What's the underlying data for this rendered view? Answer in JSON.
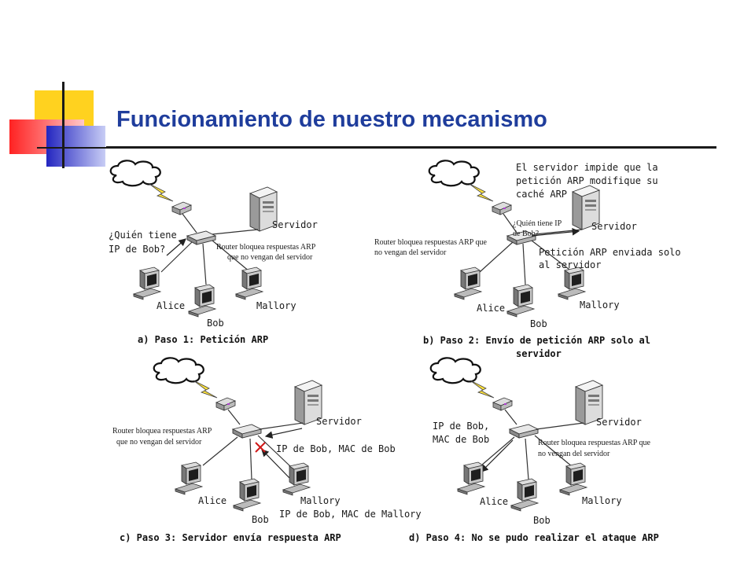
{
  "slide": {
    "title": "Funcionamiento de nuestro mecanismo",
    "colors": {
      "title": "#1f3d9c",
      "deco_yellow": "#ffd21f",
      "deco_red": "#ff2a2a",
      "deco_blue": "#2d2fc4"
    }
  },
  "panels": [
    {
      "caption": "a) Paso 1: Petición ARP",
      "nodes": {
        "server": "Servidor",
        "alice": "Alice",
        "bob": "Bob",
        "mallory": "Mallory"
      },
      "annotations": {
        "question_1": "¿Quién tiene",
        "question_2": "IP de Bob?",
        "router_1": "Router bloquea respuestas ARP",
        "router_2": "que no vengan del servidor"
      }
    },
    {
      "caption_1": "b) Paso 2: Envío de petición ARP solo al",
      "caption_2": "servidor",
      "nodes": {
        "server": "Servidor",
        "alice": "Alice",
        "bob": "Bob",
        "mallory": "Mallory"
      },
      "annotations": {
        "server_note_1": "El servidor impide que la",
        "server_note_2": "petición ARP modifique su",
        "server_note_3": "caché ARP",
        "question_1": "¿Quién tiene IP",
        "question_2": "de Bob?",
        "router_1": "Router bloquea respuestas ARP que",
        "router_2": "no vengan del servidor",
        "sent_1": "Petición ARP enviada solo",
        "sent_2": "al servidor"
      }
    },
    {
      "caption": "c) Paso 3: Servidor envía respuesta ARP",
      "nodes": {
        "server": "Servidor",
        "alice": "Alice",
        "bob": "Bob",
        "mallory": "Mallory"
      },
      "annotations": {
        "router_1": "Router bloquea respuestas ARP",
        "router_2": "que no vengan del servidor",
        "reply_good": "IP de Bob, MAC de Bob",
        "reply_bad": "IP de Bob, MAC de Mallory"
      }
    },
    {
      "caption": "d) Paso 4: No se pudo realizar el ataque ARP",
      "nodes": {
        "server": "Servidor",
        "alice": "Alice",
        "bob": "Bob",
        "mallory": "Mallory"
      },
      "annotations": {
        "result_1": "IP de Bob,",
        "result_2": "MAC de Bob",
        "router_1": "Router bloquea respuestas ARP que",
        "router_2": "no vengan del servidor"
      }
    }
  ]
}
